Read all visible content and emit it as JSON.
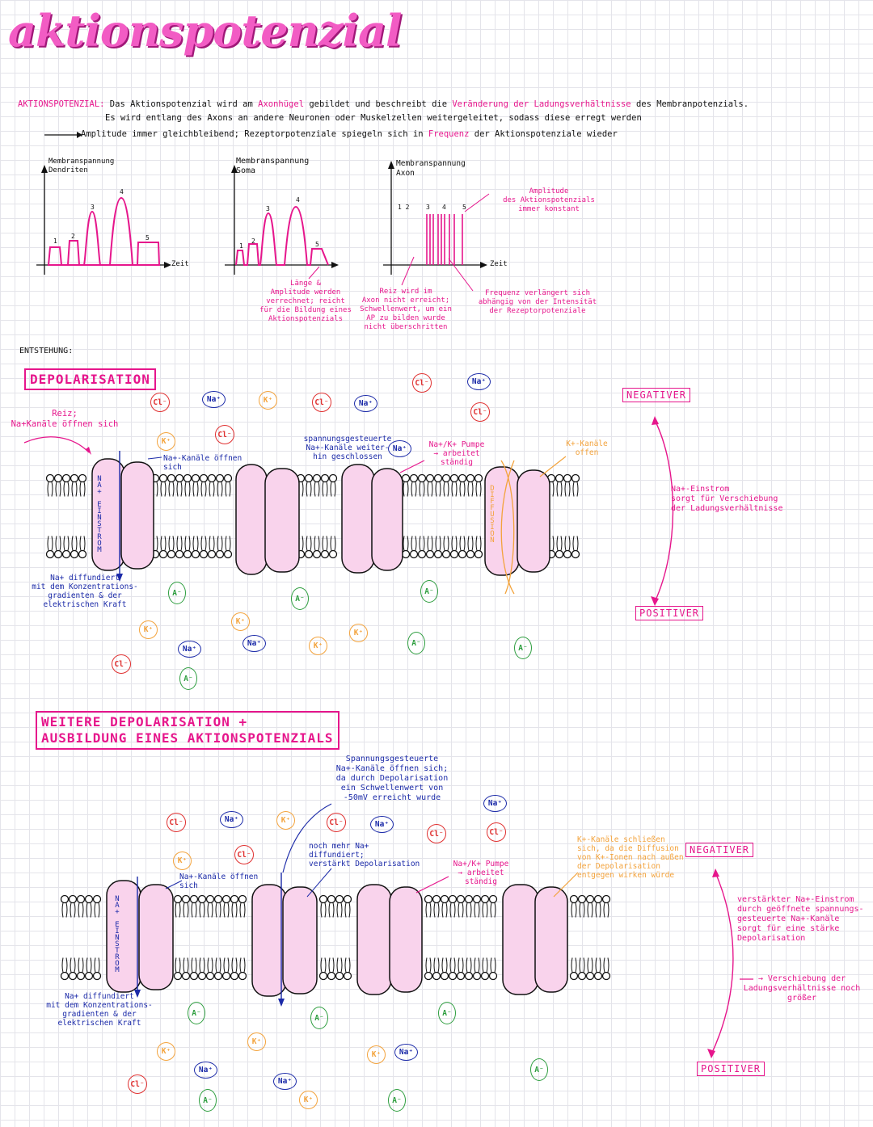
{
  "title": "aktionspotenzial",
  "intro": {
    "label": "AKTIONSPOTENZIAL:",
    "t1": "Das Aktionspotenzial wird am ",
    "t1_hl": "Axonhügel",
    "t2": " gebildet und beschreibt die ",
    "t2_hl": "Veränderung der Ladungsverhältnisse",
    "t3": " des Membranpotenzials.",
    "line2": "Es wird entlang des Axons an andere Neuronen oder Muskelzellen weitergeleitet, sodass diese erregt werden",
    "line3a": "Amplitude immer gleichbleibend; Rezeptorpotenziale spiegeln sich in ",
    "line3_hl": "Frequenz",
    "line3b": " der Aktionspotenziale wieder"
  },
  "graphs": [
    {
      "label": "Membranspannung\nDendriten",
      "zeit": "Zeit",
      "peaks": [
        "1",
        "2",
        "3",
        "4",
        "5"
      ]
    },
    {
      "label": "Membranspannung\nSoma",
      "zeit": "",
      "peaks": [
        "1",
        "2",
        "3",
        "4",
        "5"
      ]
    },
    {
      "label": "Membranspannung\nAxon",
      "zeit": "Zeit",
      "peaks": [
        "1 2",
        "3",
        "4",
        "5"
      ]
    }
  ],
  "graph_notes": {
    "soma": "Länge &\nAmplitude werden\nverrechnet; reicht\nfür die Bildung eines\nAktionspotenzials",
    "axon_reiz": "Reiz wird im\nAxon nicht erreicht;\nSchwellenwert, um ein\nAP zu bilden wurde\nnicht überschritten",
    "frequenz": "Frequenz verlängert sich\nabhängig von der Intensität\nder Rezeptorpotenziale",
    "amplitude": "Amplitude\ndes Aktionspotenzials\nimmer konstant"
  },
  "entstehung": "ENTSTEHUNG:",
  "section1": {
    "heading": "DEPOLARISATION",
    "reiz": "Reiz;\nNa+Kanäle öffnen sich",
    "na_kanaele": "Na+-Kanäle öffnen\nsich",
    "na_einstrom": "NA+ EINSTROM",
    "na_diffundiert": "Na+ diffundiert\nmit dem Konzentrations-\ngradienten & der\nelektrischen Kraft",
    "spannungsgesteuert": "spannungsgesteuerte\nNa+-Kanäle weiter-\nhin geschlossen",
    "pumpe": "Na+/K+ Pumpe\n→ arbeitet\nständig",
    "k_kanaele": "K+-Kanäle\noffen",
    "diffusion": "DIFFUSION",
    "negativer": "NEGATIVER",
    "positiver": "POSITIVER",
    "side_note": "Na+-Einstrom\nsorgt für Verschiebung\nder Ladungsverhältnisse"
  },
  "section2": {
    "heading": "WEITERE DEPOLARISATION +\nAUSBILDUNG EINES AKTIONSPOTENZIALS",
    "spannungsgesteuert": "Spannungsgesteuerte\nNa+-Kanäle öffnen sich;\nda durch Depolarisation\nein Schwellenwert von\n-50mV erreicht wurde",
    "noch_mehr": "noch mehr Na+\ndiffundiert;\nverstärkt Depolarisation",
    "na_kanaele": "Na+-Kanäle öffnen\nsich",
    "na_einstrom": "NA+ EINSTROM",
    "na_diffundiert": "Na+ diffundiert\nmit dem Konzentrations-\ngradienten & der\nelektrischen Kraft",
    "pumpe": "Na+/K+ Pumpe\n→ arbeitet\nständig",
    "k_kanaele": "K+-Kanäle schließen\nsich, da die Diffusion\nvon K+-Ionen nach außen\nder Depolarisation\nentgegen wirken würde",
    "negativer": "NEGATIVER",
    "positiver": "POSITIVER",
    "side_note": "verstärkter Na+-Einstrom\ndurch geöffnete spannungs-\ngesteuerte Na+-Kanäle\nsorgt für eine stärke\nDepolarisation",
    "side_note2": "→ Verschiebung der\nLadungsverhältnisse noch\ngrößer"
  },
  "ions": {
    "cl": "Cl⁻",
    "na": "Na⁺",
    "k": "K⁺",
    "a": "A⁻"
  },
  "colors": {
    "pink": "#e6168c",
    "blue": "#1b2aa8",
    "orange": "#f3a33c",
    "green": "#2e9e3f",
    "red": "#e03030",
    "channel": "#f9d3ec"
  }
}
